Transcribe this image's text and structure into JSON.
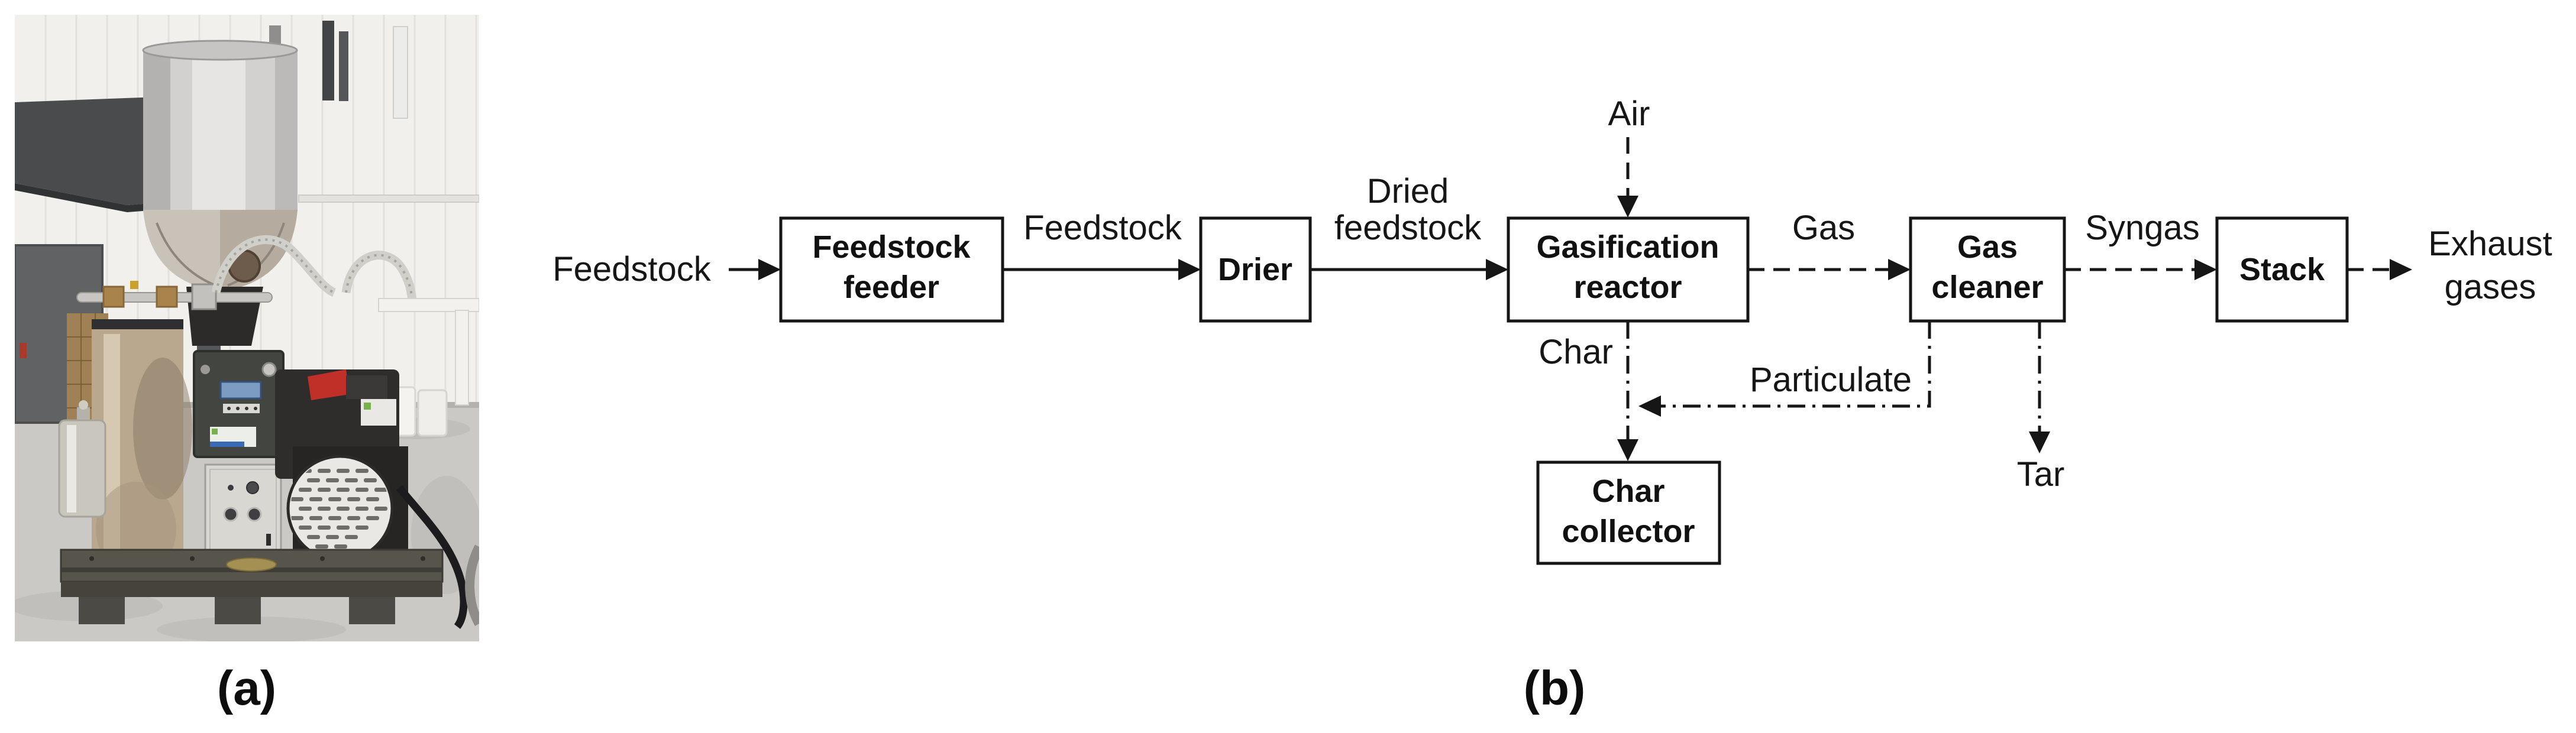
{
  "captions": {
    "panel_a": "(a)",
    "panel_b": "(b)"
  },
  "diagram": {
    "source_label": "Feedstock",
    "feeder_box": {
      "line1": "Feedstock",
      "line2": "feeder"
    },
    "feed_arrow_label": "Feedstock",
    "drier_box": {
      "label": "Drier"
    },
    "dried_arrow_label": {
      "line1": "Dried",
      "line2": "feedstock"
    },
    "air_label": "Air",
    "reactor_box": {
      "line1": "Gasification",
      "line2": "reactor"
    },
    "gas_label": "Gas",
    "cleaner_box": {
      "line1": "Gas",
      "line2": "cleaner"
    },
    "syngas_label": "Syngas",
    "stack_box": {
      "label": "Stack"
    },
    "exhaust_label": {
      "line1": "Exhaust",
      "line2": "gases"
    },
    "char_label": "Char",
    "particulate_label": "Particulate",
    "tar_label": "Tar",
    "collector_box": {
      "line1": "Char",
      "line2": "collector"
    }
  },
  "colors": {
    "diagram_line": "#161616",
    "box_fill": "#ffffff",
    "background": "#ffffff"
  }
}
